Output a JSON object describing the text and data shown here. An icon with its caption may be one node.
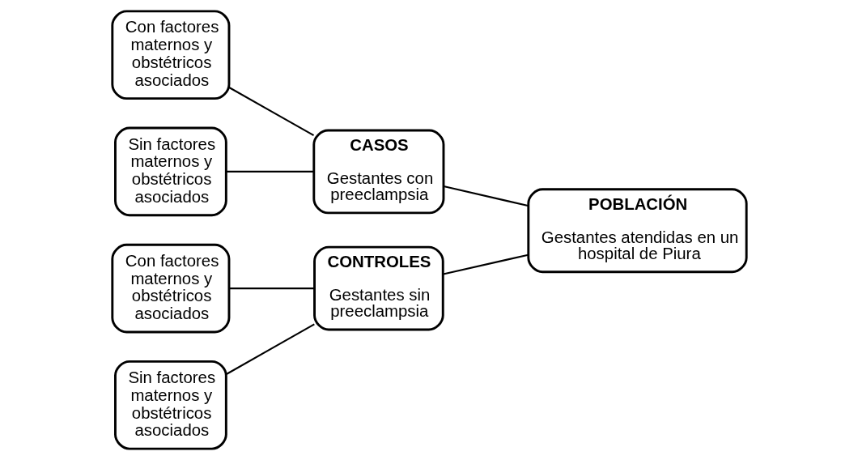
{
  "diagram": {
    "nodes": [
      {
        "text": [
          "Con factores maternos y obstétricos asociados"
        ]
      },
      {
        "text": [
          "Sin factores maternos y obstétricos asociados"
        ]
      },
      {
        "text": [
          "Con factores maternos y obstétricos asociados"
        ]
      },
      {
        "text": [
          "Sin factores maternos y obstétricos asociados"
        ]
      },
      {
        "text": [
          "CASOS",
          "Gestantes con preeclampsia"
        ]
      },
      {
        "text": [
          "CONTROLES",
          "Gestantes sin preeclampsia"
        ]
      },
      {
        "text": [
          "POBLACIÓN",
          "Gestantes atendidas en un hospital de Piura"
        ]
      }
    ],
    "edges": [
      {
        "from": 0,
        "to": 4,
        "arrow": "none"
      },
      {
        "from": 1,
        "to": 4,
        "arrow": "none"
      },
      {
        "from": 2,
        "to": 5,
        "arrow": "none"
      },
      {
        "from": 3,
        "to": 5,
        "arrow": "none"
      },
      {
        "from": 4,
        "to": 6,
        "arrow": "none"
      },
      {
        "from": 5,
        "to": 6,
        "arrow": "none"
      }
    ]
  }
}
